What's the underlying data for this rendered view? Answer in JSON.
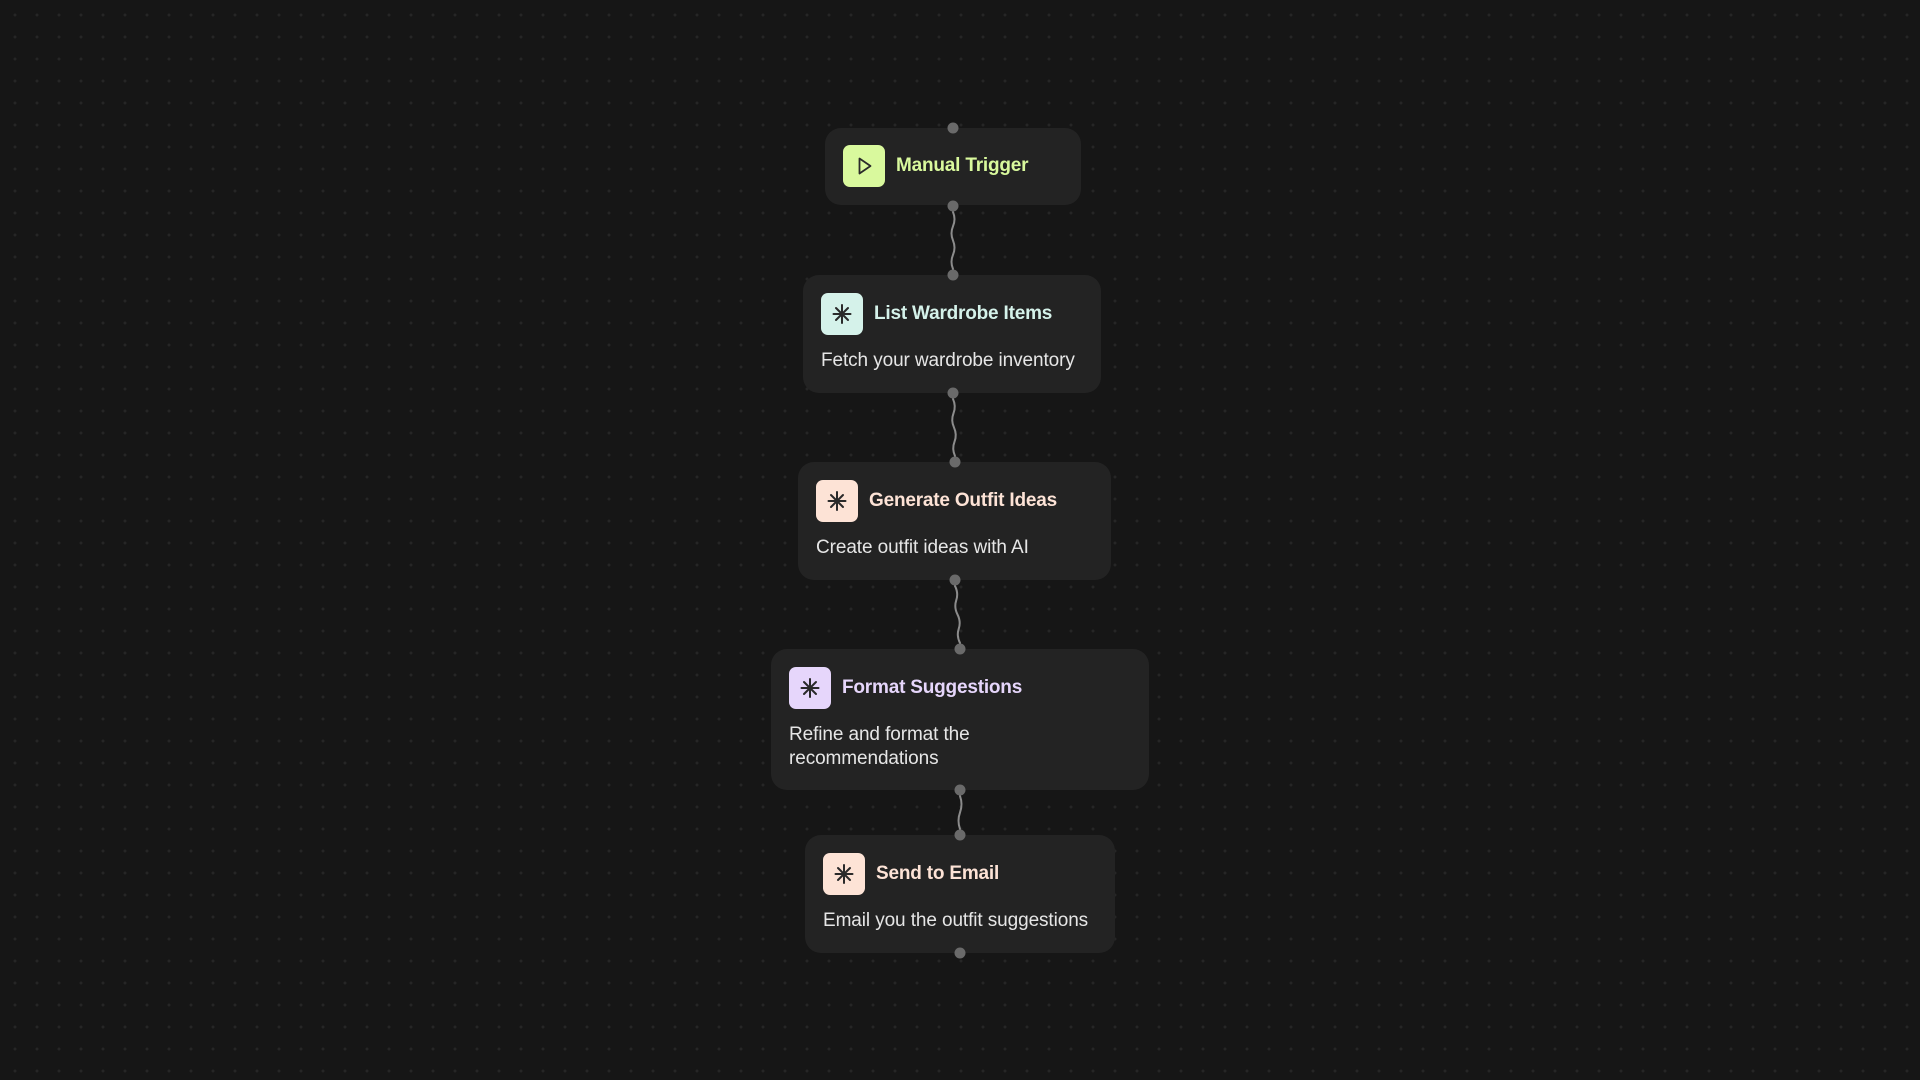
{
  "colors": {
    "background": "#161616",
    "node_background": "#232323",
    "port": "#6a6a6a",
    "connector": "#8c8c8c"
  },
  "nodes": [
    {
      "id": "manual-trigger",
      "title": "Manual Trigger",
      "description": "",
      "icon": "play-icon",
      "icon_bg": "#d9f99d",
      "icon_fg": "#2a2a2a",
      "title_color": "#d9f99d"
    },
    {
      "id": "list-wardrobe-items",
      "title": "List Wardrobe Items",
      "description": "Fetch your wardrobe inventory",
      "icon": "asterisk-icon",
      "icon_bg": "#d5f2ea",
      "icon_fg": "#2a2a2a",
      "title_color": "#d5f2ea"
    },
    {
      "id": "generate-outfit-ideas",
      "title": "Generate Outfit Ideas",
      "description": "Create outfit ideas with AI",
      "icon": "asterisk-icon",
      "icon_bg": "#fde3d6",
      "icon_fg": "#2a2a2a",
      "title_color": "#fde3d6"
    },
    {
      "id": "format-suggestions",
      "title": "Format Suggestions",
      "description": "Refine and format the recommendations",
      "icon": "asterisk-icon",
      "icon_bg": "#e6d6fb",
      "icon_fg": "#2a2a2a",
      "title_color": "#e6d6fb"
    },
    {
      "id": "send-to-email",
      "title": "Send to Email",
      "description": "Email you the outfit suggestions",
      "icon": "asterisk-icon",
      "icon_bg": "#fde3d6",
      "icon_fg": "#2a2a2a",
      "title_color": "#fde3d6"
    }
  ]
}
